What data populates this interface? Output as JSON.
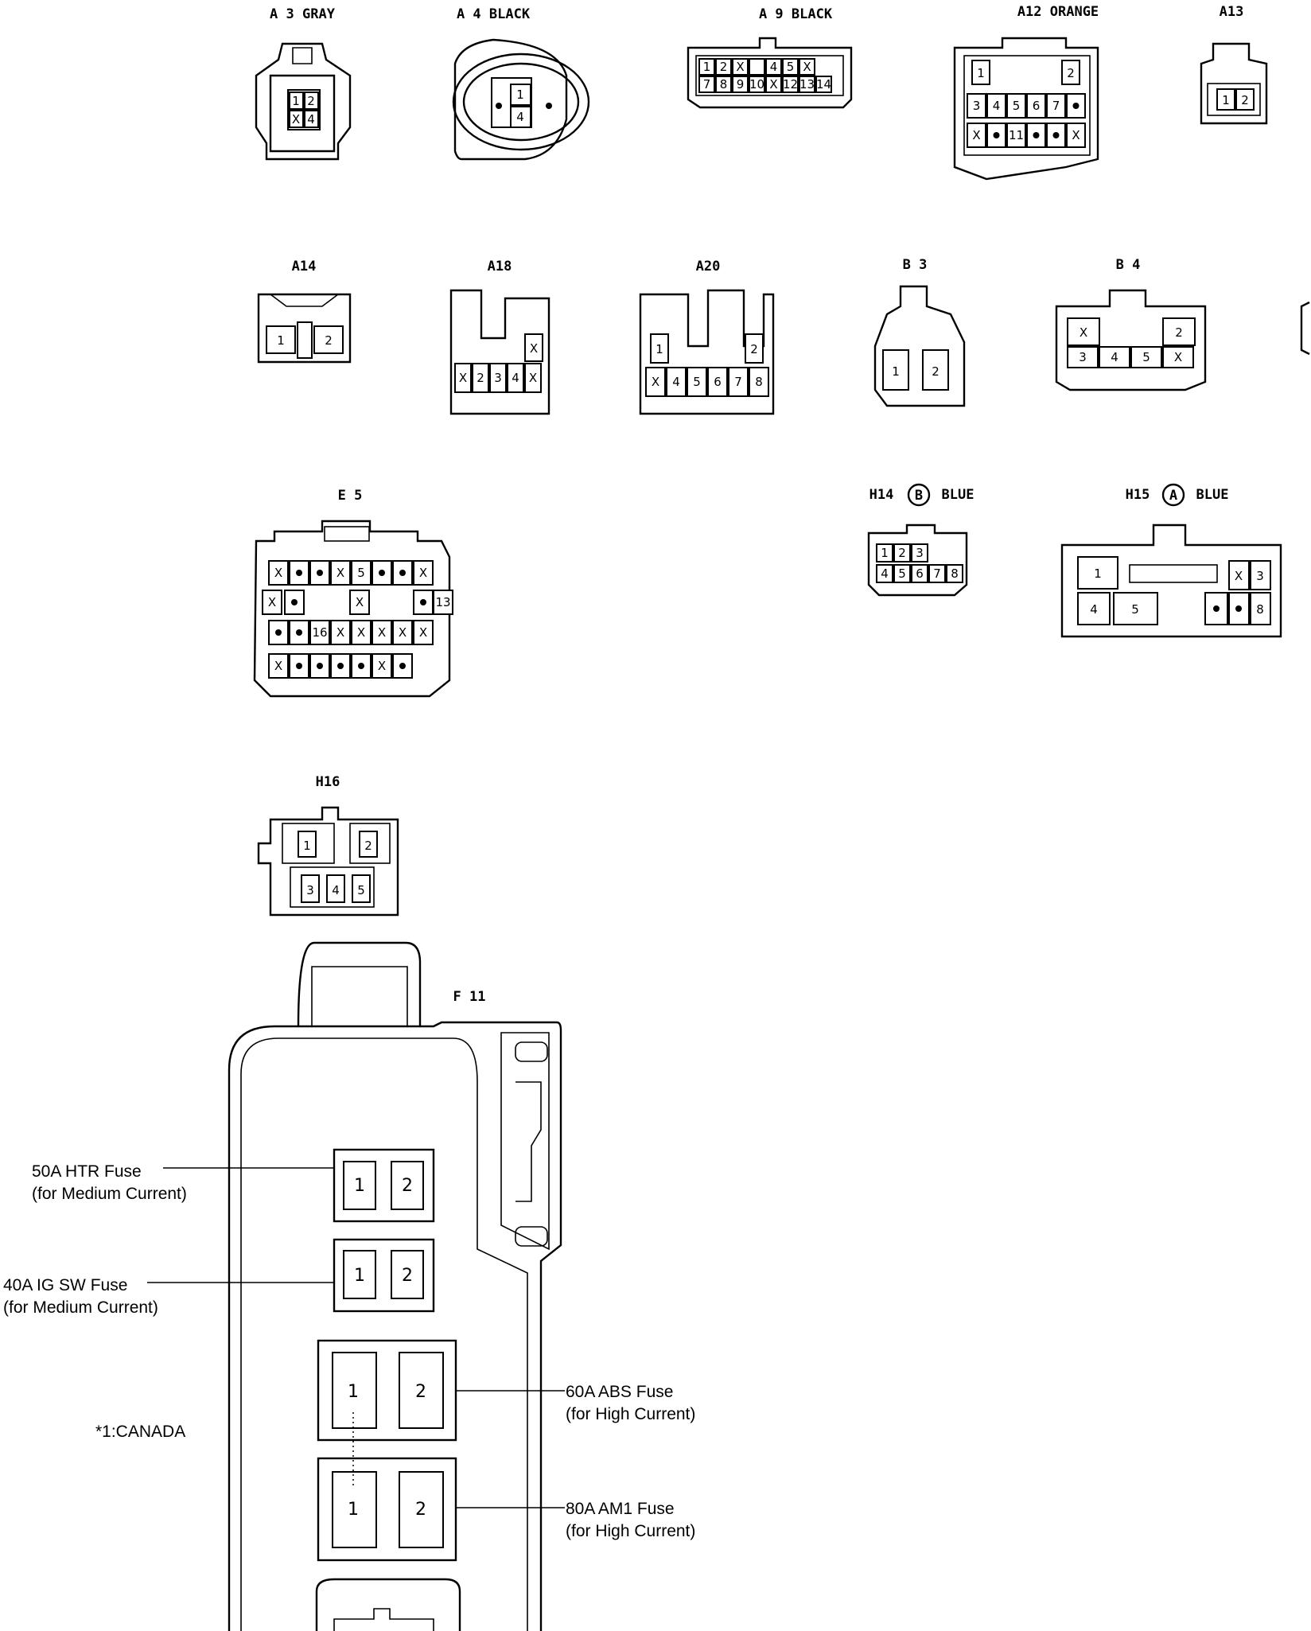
{
  "connectors": {
    "a3": {
      "label": "A 3  GRAY",
      "pins": [
        "1",
        "2",
        "X",
        "4"
      ]
    },
    "a4": {
      "label": "A 4  BLACK",
      "pins": [
        "1",
        "4"
      ]
    },
    "a9": {
      "label": "A 9  BLACK",
      "row1": [
        "1",
        "2",
        "X",
        "",
        "4",
        "5",
        "X"
      ],
      "row2": [
        "7",
        "8",
        "9",
        "10",
        "X",
        "12",
        "13",
        "14"
      ]
    },
    "a12": {
      "label": "A12  ORANGE",
      "top": [
        "1",
        "2"
      ],
      "row1": [
        "3",
        "4",
        "5",
        "6",
        "7",
        "•"
      ],
      "row2": [
        "X",
        "•",
        "11",
        "•",
        "•",
        "X"
      ]
    },
    "a13": {
      "label": "A13",
      "pins": [
        "1",
        "2"
      ]
    },
    "a14": {
      "label": "A14",
      "pins": [
        "1",
        "2"
      ]
    },
    "a18": {
      "label": "A18",
      "pins": [
        "X",
        "2",
        "3",
        "4",
        "X"
      ]
    },
    "a20": {
      "label": "A20",
      "top": [
        "1",
        "2"
      ],
      "row": [
        "X",
        "4",
        "5",
        "6",
        "7",
        "8"
      ]
    },
    "b3": {
      "label": "B 3",
      "pins": [
        "1",
        "2"
      ]
    },
    "b4": {
      "label": "B 4",
      "top": [
        "X",
        "2"
      ],
      "row": [
        "3",
        "4",
        "5",
        "X"
      ]
    },
    "e5": {
      "label": "E 5",
      "row1": [
        "X",
        "•",
        "•",
        "X",
        "5",
        "•",
        "•",
        "X"
      ],
      "row2": [
        "X",
        "•",
        "X",
        "•",
        "13"
      ],
      "row3": [
        "•",
        "•",
        "16",
        "X",
        "X",
        "X",
        "X",
        "X"
      ],
      "row4": [
        "X",
        "•",
        "•",
        "•",
        "•",
        "X",
        "•"
      ]
    },
    "h14": {
      "label": "H14",
      "badge": "B",
      "color": "BLUE",
      "row1": [
        "1",
        "2",
        "3"
      ],
      "row2": [
        "4",
        "5",
        "6",
        "7",
        "8"
      ]
    },
    "h15": {
      "label": "H15",
      "badge": "A",
      "color": "BLUE",
      "pins": [
        "1",
        "4",
        "5",
        "X",
        "3",
        "•",
        "•",
        "8"
      ]
    },
    "h16": {
      "label": "H16",
      "pins": [
        "1",
        "2",
        "3",
        "4",
        "5"
      ]
    },
    "f11": {
      "label": "F 11"
    }
  },
  "fuses": [
    {
      "name": "50A HTR Fuse",
      "note": "(for Medium Current)",
      "pins": [
        "1",
        "2"
      ]
    },
    {
      "name": "40A IG SW Fuse",
      "note": "(for Medium Current)",
      "pins": [
        "1",
        "2"
      ]
    },
    {
      "name": "60A ABS Fuse",
      "note": "(for High Current)",
      "pins": [
        "1",
        "2"
      ]
    },
    {
      "name": "80A AM1 Fuse",
      "note": "(for High Current)",
      "pins": [
        "1",
        "2"
      ]
    }
  ],
  "footnote": "*1:CANADA"
}
